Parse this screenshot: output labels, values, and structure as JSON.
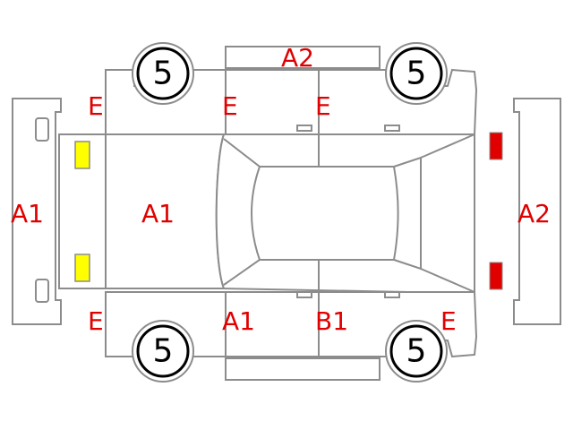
{
  "labels": {
    "front_bumper": "A1",
    "hood": "A1",
    "roof_top": "A2",
    "rear_bumper": "A2",
    "front_left_fender_top": "E",
    "front_left_door_top": "E",
    "rear_left_door_top": "E",
    "front_left_fender_bottom": "E",
    "front_door_bottom": "A1",
    "rear_door_bottom": "B1",
    "rear_fender_bottom": "E"
  },
  "wheels": {
    "front_top": "5",
    "rear_top": "5",
    "front_bottom": "5",
    "rear_bottom": "5"
  },
  "colors": {
    "label": "#e00000",
    "outline": "#8c8c8c",
    "headlight": "#ffff00",
    "taillight": "#e00000"
  }
}
